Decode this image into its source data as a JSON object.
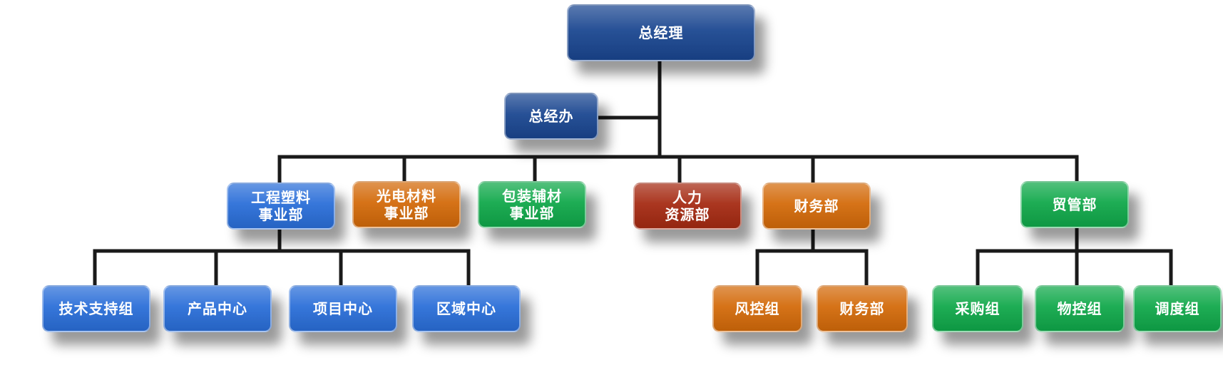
{
  "colors": {
    "navy": "#1a4690",
    "blue": "#2a6ed8",
    "orange": "#d36a0a",
    "green": "#10a84a",
    "red": "#a52a12",
    "connector": "#1a1a1a"
  },
  "nodes": {
    "gm": "总经理",
    "gm_office": "总经办",
    "engineering_plastics": "工程塑料\n事业部",
    "optoelectronic_materials": "光电材料\n事业部",
    "packaging_materials": "包装辅材\n事业部",
    "hr": "人力\n资源部",
    "finance": "财务部",
    "trade": "贸管部",
    "tech_support": "技术支持组",
    "product_center": "产品中心",
    "project_center": "项目中心",
    "regional_center": "区域中心",
    "risk_control": "风控组",
    "finance_sub": "财务部",
    "procurement": "采购组",
    "material_control": "物控组",
    "dispatch": "调度组"
  }
}
